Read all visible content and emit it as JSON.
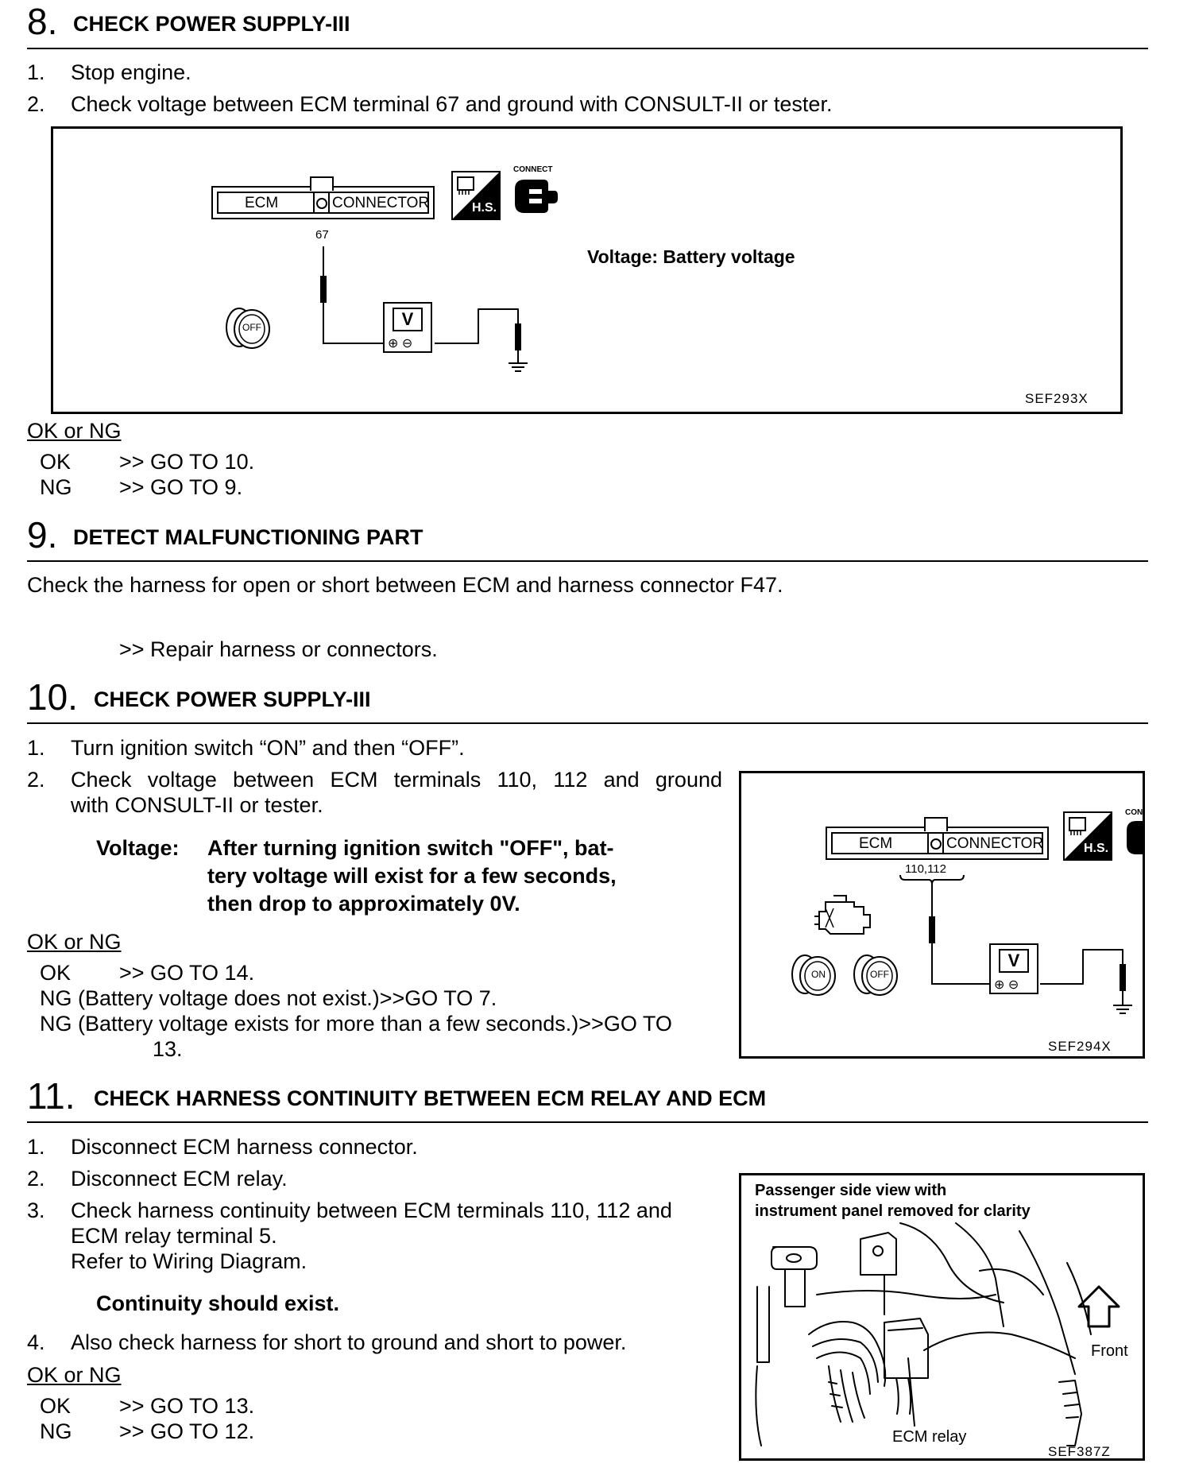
{
  "step8": {
    "number": "8.",
    "title": "CHECK POWER SUPPLY-III",
    "items": [
      "1.",
      "Stop engine.",
      "2.",
      "Check voltage between ECM terminal 67 and ground with CONSULT-II or tester."
    ],
    "figure": {
      "ecm_label": "ECM",
      "connector_label": "CONNECTOR",
      "connect_label": "CONNECT",
      "hs_label": "H.S.",
      "terminal": "67",
      "voltmeter": "V",
      "key_label": "OFF",
      "spec": "Voltage: Battery voltage",
      "code": "SEF293X"
    },
    "ok_ng": "OK or NG",
    "ok": "OK",
    "ok_action": ">> GO TO 10.",
    "ng": "NG",
    "ng_action": ">> GO TO 9."
  },
  "step9": {
    "number": "9.",
    "title": "DETECT MALFUNCTIONING PART",
    "text": "Check the harness for open or short between ECM and harness connector F47.",
    "action": ">> Repair harness or connectors."
  },
  "step10": {
    "number": "10.",
    "title": "CHECK POWER SUPPLY-III",
    "item1_num": "1.",
    "item1": "Turn ignition switch “ON” and then “OFF”.",
    "item2_num": "2.",
    "item2_line1": "Check voltage between ECM terminals 110, 112 and ground",
    "item2_line2": "with CONSULT-II or tester.",
    "voltage_label": "Voltage:",
    "voltage_line1": "After turning ignition switch \"OFF\", bat-",
    "voltage_line2": "tery voltage will exist for a few seconds,",
    "voltage_line3": "then drop to approximately 0V.",
    "ok_ng": "OK or NG",
    "ok": "OK",
    "ok_action": ">> GO TO 14.",
    "ng1": "NG (Battery voltage does not exist.)>>GO TO 7.",
    "ng2": "NG (Battery voltage exists for more than a few seconds.)>>GO  TO",
    "ng2_cont": "13.",
    "figure": {
      "ecm_label": "ECM",
      "connector_label": "CONNECTOR",
      "hs_label": "H.S.",
      "connect_label": "CON",
      "terminals": "110,112",
      "voltmeter": "V",
      "key_on": "ON",
      "key_off": "OFF",
      "code": "SEF294X"
    }
  },
  "step11": {
    "number": "11.",
    "title": "CHECK HARNESS CONTINUITY BETWEEN ECM RELAY AND ECM",
    "item1_num": "1.",
    "item1": "Disconnect ECM harness connector.",
    "item2_num": "2.",
    "item2": "Disconnect ECM relay.",
    "item3_num": "3.",
    "item3_line1": "Check harness continuity between ECM terminals 110, 112 and",
    "item3_line2": "ECM relay terminal 5.",
    "item3_line3": "Refer to Wiring Diagram.",
    "continuity": "Continuity should exist.",
    "item4_num": "4.",
    "item4": "Also check harness for short to ground and short to power.",
    "ok_ng": "OK or NG",
    "ok": "OK",
    "ok_action": ">> GO TO 13.",
    "ng": "NG",
    "ng_action": ">> GO TO 12.",
    "figure": {
      "caption_line1": "Passenger side view with",
      "caption_line2": "instrument panel removed for clarity",
      "front_label": "Front",
      "relay_label": "ECM relay",
      "code": "SEF387Z"
    }
  }
}
